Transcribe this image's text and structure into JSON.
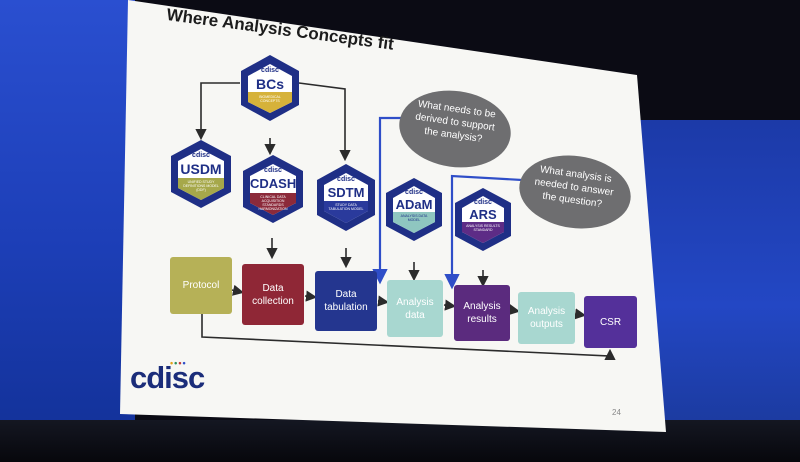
{
  "slide": {
    "title": "Where Analysis Concepts fit",
    "page_number": "24",
    "logo_text": "cdisc"
  },
  "bubbles": [
    {
      "id": "derive",
      "text": "What needs to be derived to support the analysis?"
    },
    {
      "id": "answer",
      "text": "What analysis is needed to answer the question?"
    }
  ],
  "standards": [
    {
      "id": "bcs",
      "brand": "cdisc",
      "abbr": "BCs",
      "sub": "BIOMEDICAL CONCEPTS",
      "band_color": "#d6b23a"
    },
    {
      "id": "usdm",
      "brand": "cdisc",
      "abbr": "USDM",
      "sub": "UNIFIED STUDY DEFINITIONS MODEL (DDF)",
      "band_color": "#a6a84a"
    },
    {
      "id": "cdash",
      "brand": "cdisc",
      "abbr": "CDASH",
      "sub": "CLINICAL DATA ACQUISITION STANDARDS HARMONIZATION",
      "band_color": "#8c2a3a"
    },
    {
      "id": "sdtm",
      "brand": "cdisc",
      "abbr": "SDTM",
      "sub": "STUDY DATA TABULATION MODEL",
      "band_color": "#2a3a9c"
    },
    {
      "id": "adam",
      "brand": "cdisc",
      "abbr": "ADaM",
      "sub": "ANALYSIS DATA MODEL",
      "band_color": "#8fc6c0"
    },
    {
      "id": "ars",
      "brand": "cdisc",
      "abbr": "ARS",
      "sub": "ANALYSIS RESULTS STANDARD",
      "band_color": "#5d2c86"
    }
  ],
  "process_steps": [
    {
      "id": "protocol",
      "label": "Protocol",
      "color": "#b6b157",
      "text_color": "#ffffff"
    },
    {
      "id": "data-collection",
      "label": "Data collection",
      "color": "#8f2736",
      "text_color": "#ffffff"
    },
    {
      "id": "data-tabulation",
      "label": "Data tabulation",
      "color": "#24368f",
      "text_color": "#ffffff"
    },
    {
      "id": "analysis-data",
      "label": "Analysis data",
      "color": "#a8d7d0",
      "text_color": "#ffffff"
    },
    {
      "id": "analysis-results",
      "label": "Analysis results",
      "color": "#5b2b7e",
      "text_color": "#ffffff"
    },
    {
      "id": "analysis-outputs",
      "label": "Analysis outputs",
      "color": "#a8d7d0",
      "text_color": "#ffffff"
    },
    {
      "id": "csr",
      "label": "CSR",
      "color": "#54309a",
      "text_color": "#ffffff"
    }
  ],
  "colors": {
    "hex_navy": "#1f2f86",
    "bubble_gray": "#6e6e70",
    "arrow_dark": "#2b2b2b",
    "arrow_blue": "#2f4ec8",
    "hex_light_band": "#ffffff"
  }
}
